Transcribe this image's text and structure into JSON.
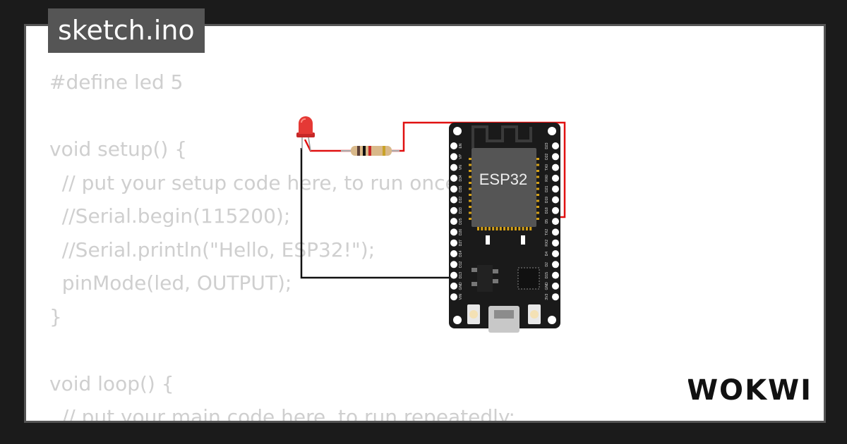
{
  "header": {
    "filename": "sketch.ino"
  },
  "code_lines": [
    "#define led 5",
    "",
    "void setup() {",
    "  // put your setup code here, to run once:",
    "  //Serial.begin(115200);",
    "  //Serial.println(\"Hello, ESP32!\");",
    "  pinMode(led, OUTPUT);",
    "}",
    "",
    "void loop() {",
    "  // put your main code here, to run repeatedly:"
  ],
  "board": {
    "label": "ESP32",
    "left_pins": [
      "EN",
      "VP",
      "VN",
      "D34",
      "D35",
      "D32",
      "D33",
      "D25",
      "D26",
      "D27",
      "D14",
      "D12",
      "D13",
      "GND",
      "VIN"
    ],
    "right_pins": [
      "D23",
      "D22",
      "TX0",
      "RX0",
      "D21",
      "D19",
      "D18",
      "D5",
      "TX2",
      "RX2",
      "D4",
      "D2",
      "D15",
      "GND",
      "3V3"
    ]
  },
  "brand": {
    "logo_text": "WOKWI"
  },
  "colors": {
    "background": "#1b1b1b",
    "card": "#ffffff",
    "frame": "#555555",
    "code_text": "#cfcfcf",
    "wire_red": "#e01010",
    "wire_black": "#111111",
    "led_red": "#e53935",
    "board": "#1a1a1a",
    "chip": "#555555"
  },
  "icons": [
    "led-icon",
    "resistor-icon",
    "esp32-board-icon",
    "wokwi-logo"
  ]
}
